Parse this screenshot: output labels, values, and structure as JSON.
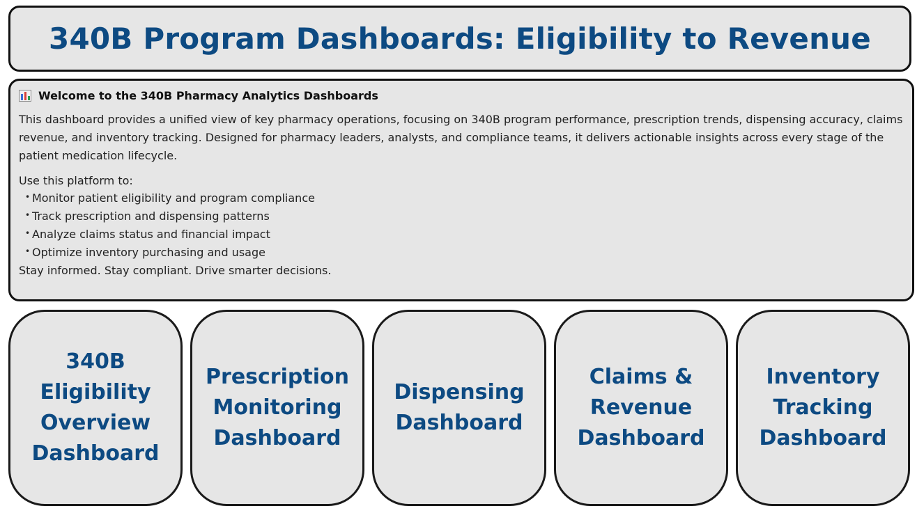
{
  "header": {
    "title": "340B Program Dashboards: Eligibility to Revenue"
  },
  "intro": {
    "icon": "bar-chart-icon",
    "heading": "Welcome to the 340B Pharmacy Analytics Dashboards",
    "description": "This dashboard provides a unified view of key pharmacy operations, focusing on 340B program performance, prescription trends, dispensing accuracy, claims revenue, and inventory tracking. Designed for pharmacy leaders, analysts, and compliance teams, it delivers actionable insights across every stage of the patient medication lifecycle.",
    "use_label": "Use this platform to:",
    "bullets": [
      "Monitor patient eligibility and program compliance",
      "Track prescription and dispensing patterns",
      "Analyze claims status and financial impact",
      "Optimize inventory purchasing and usage"
    ],
    "closing": "Stay informed. Stay compliant. Drive smarter decisions."
  },
  "cards": [
    {
      "label": "340B Eligibility Overview Dashboard"
    },
    {
      "label": "Prescription Monitoring Dashboard"
    },
    {
      "label": "Dispensing Dashboard"
    },
    {
      "label": "Claims & Revenue Dashboard"
    },
    {
      "label": "Inventory Tracking Dashboard"
    }
  ],
  "colors": {
    "title_blue": "#0d4a82",
    "panel_bg": "#e6e6e6",
    "border": "#111111"
  }
}
